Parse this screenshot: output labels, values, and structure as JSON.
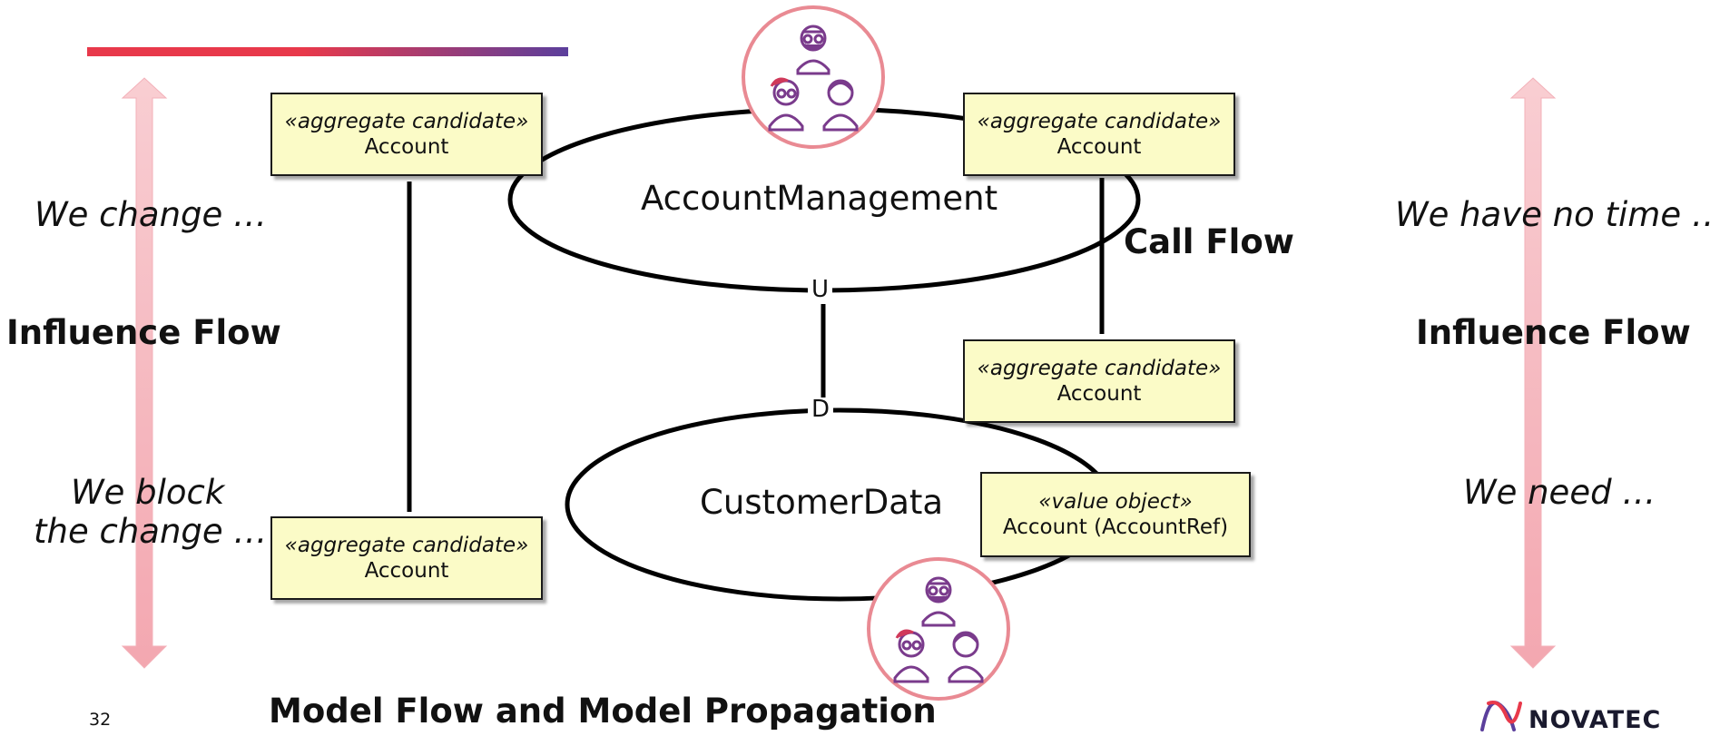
{
  "left": {
    "top_text": "We change …",
    "middle_label": "Influence Flow",
    "bottom_line1": "We block",
    "bottom_line2": "the change …"
  },
  "right": {
    "top_text": "We have no time …",
    "middle_label": "Influence Flow",
    "bottom_text": "We need …"
  },
  "contexts": {
    "upstream": "AccountManagement",
    "downstream": "CustomerData",
    "upstream_marker": "U",
    "downstream_marker": "D"
  },
  "call_flow_label": "Call Flow",
  "boxes": [
    {
      "stereotype": "«aggregate candidate»",
      "name": "Account"
    },
    {
      "stereotype": "«aggregate candidate»",
      "name": "Account"
    },
    {
      "stereotype": "«aggregate candidate»",
      "name": "Account"
    },
    {
      "stereotype": "«aggregate candidate»",
      "name": "Account"
    },
    {
      "stereotype": "«value object»",
      "name": "Account (AccountRef)"
    }
  ],
  "footer": {
    "page_number": "32",
    "title": "Model Flow and Model Propagation",
    "logo_text": "NOVATEC"
  },
  "colors": {
    "accent_red": "#e8394b",
    "accent_purple": "#5b3f9c",
    "arrow_pink": "#f6b3bb",
    "team_circle": "#e98a93",
    "box_fill": "#fbfbc7"
  }
}
